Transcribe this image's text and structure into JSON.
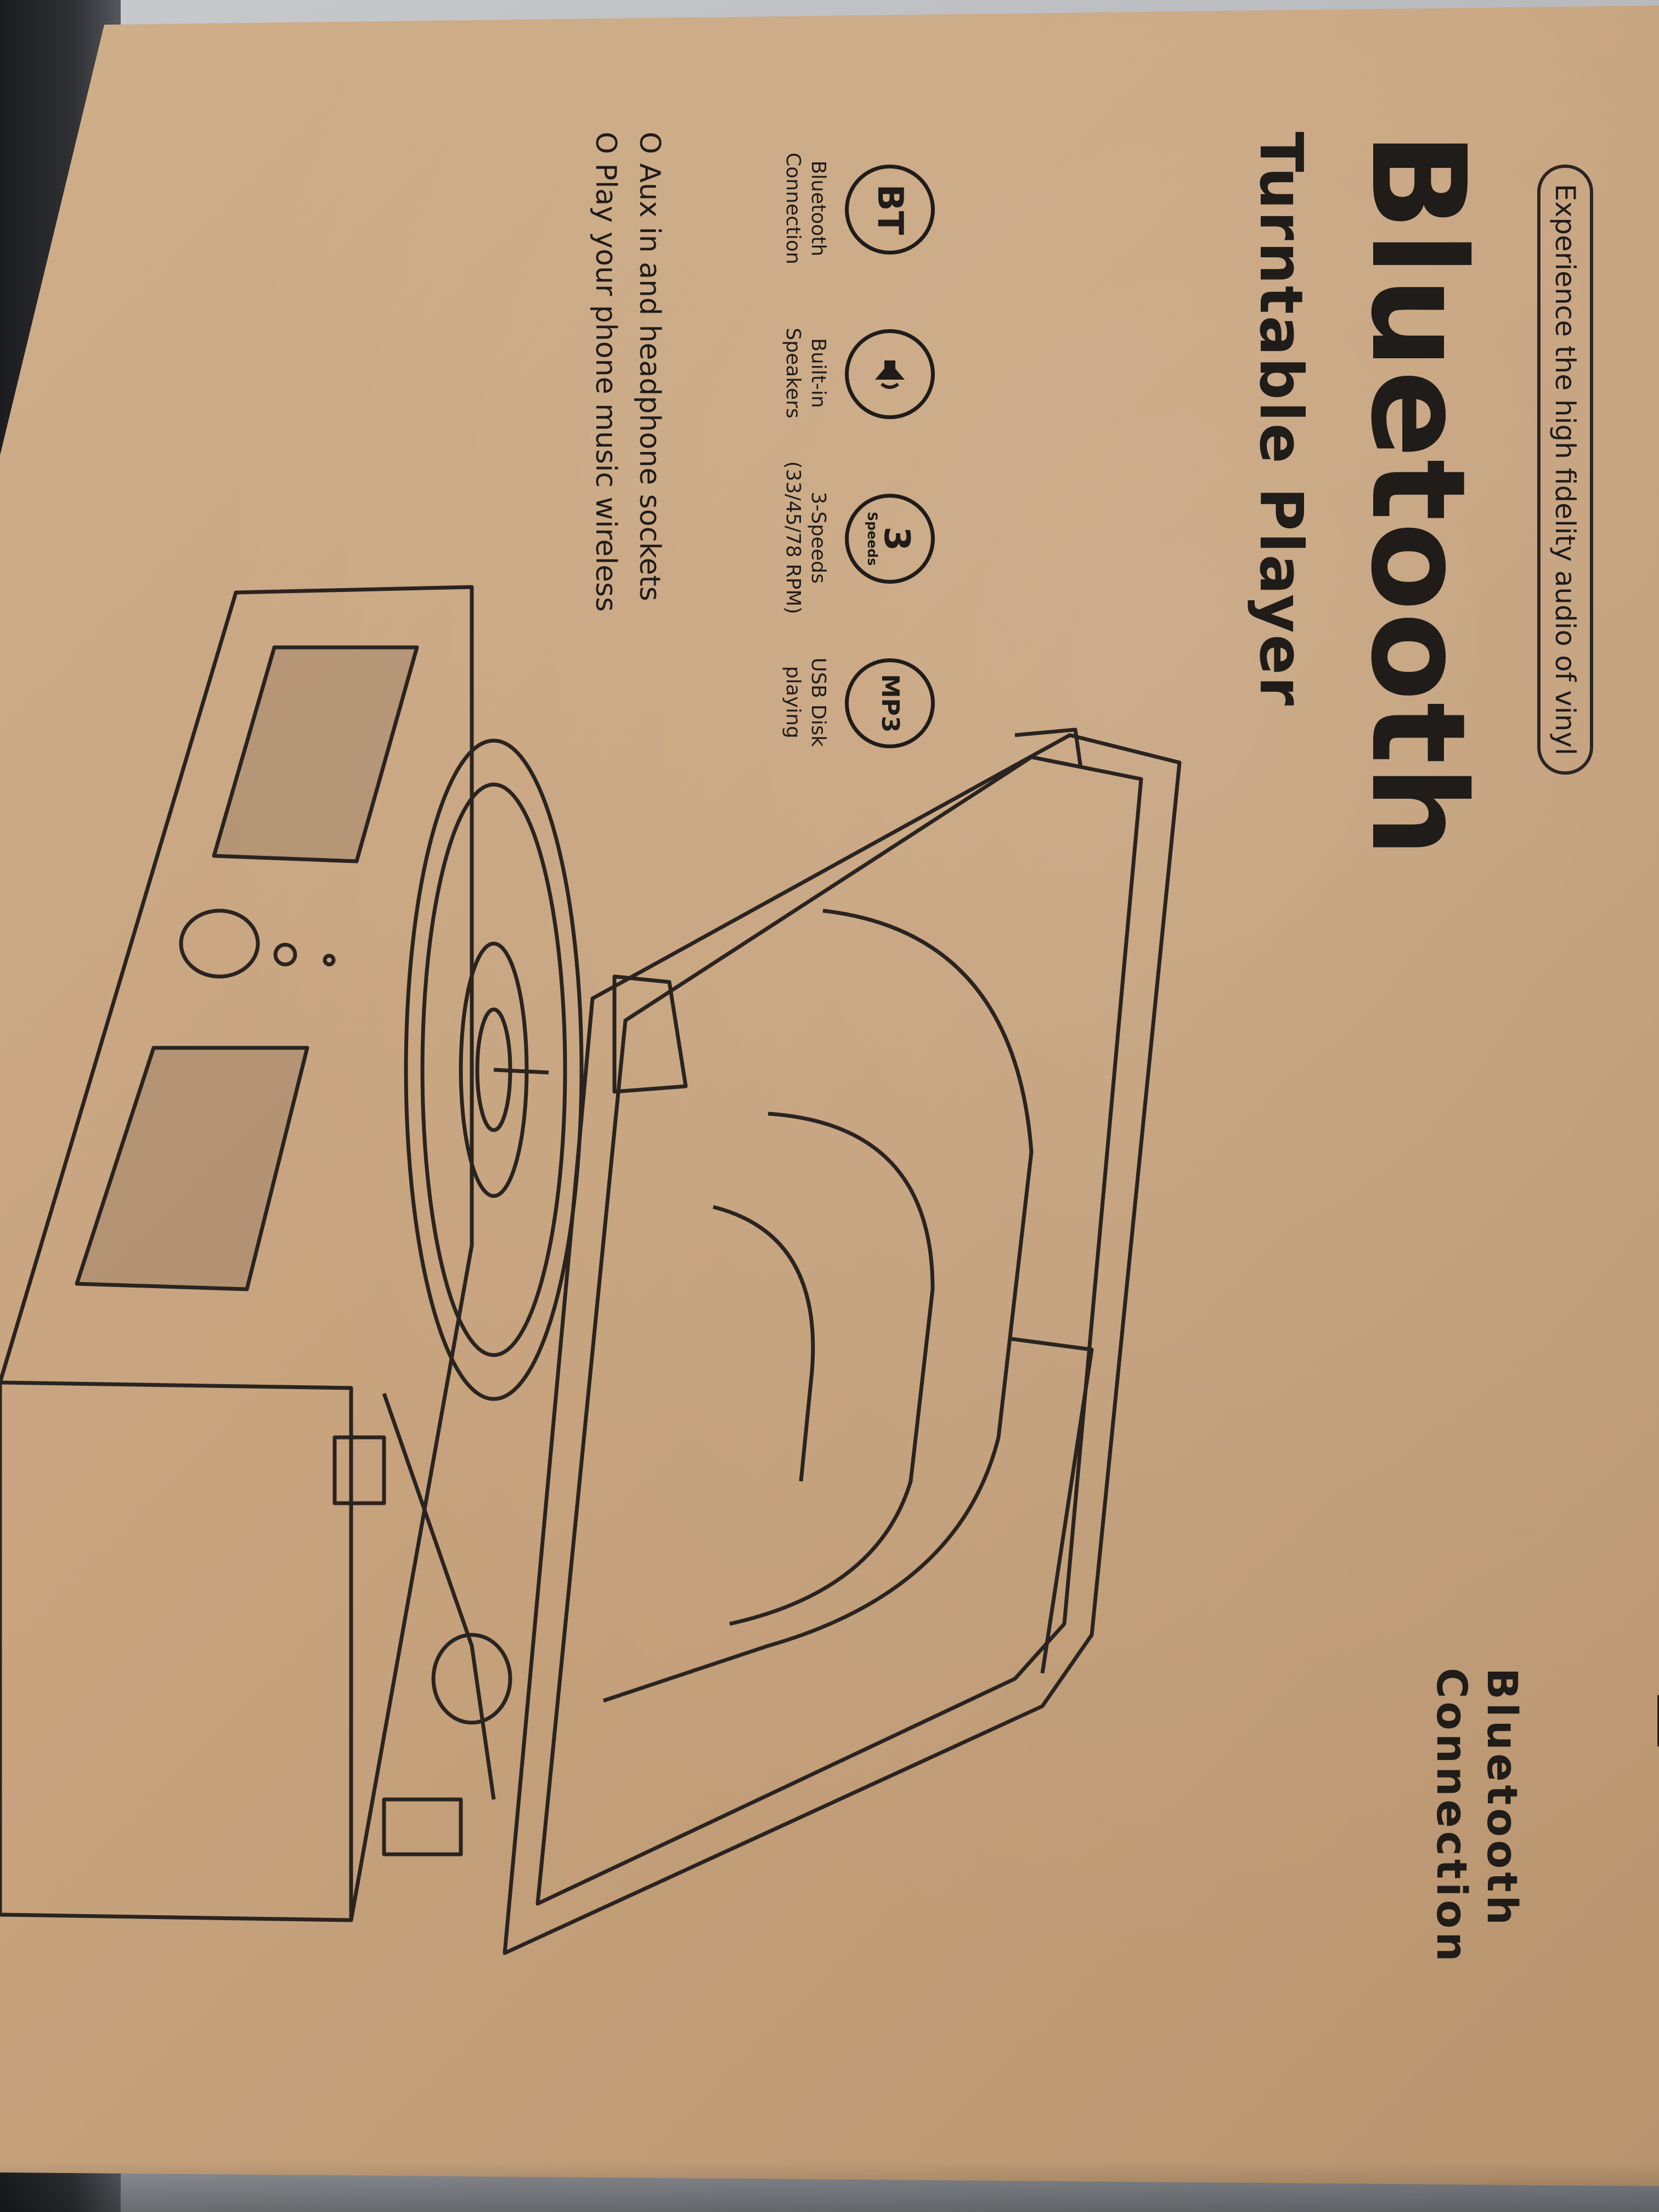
{
  "box": {
    "tagline": "Experience the high fidelity audio of vinyl",
    "title": "Bluetooth",
    "subtitle": "Turntable Player",
    "features": [
      {
        "icon": "bt-icon",
        "badge": "BT",
        "badge_small": "",
        "label": "Bluetooth\nConnection"
      },
      {
        "icon": "speaker-icon",
        "badge": "",
        "badge_small": "",
        "label": "Built-in\nSpeakers"
      },
      {
        "icon": "speeds-icon",
        "badge": "3",
        "badge_small": "Speeds",
        "label": "3-Speeds\n(33/45/78 RPM)"
      },
      {
        "icon": "mp3-icon",
        "badge": "MP3",
        "badge_small": "",
        "label": "USB Disk\nplaying"
      }
    ],
    "bullets": [
      "O Aux in and headphone sockets",
      "O Play your phone music wireless"
    ],
    "corner_label": "Bluetooth\nConnection"
  },
  "colors": {
    "cardboard": "#c7a37e",
    "ink": "#1f1c19"
  }
}
